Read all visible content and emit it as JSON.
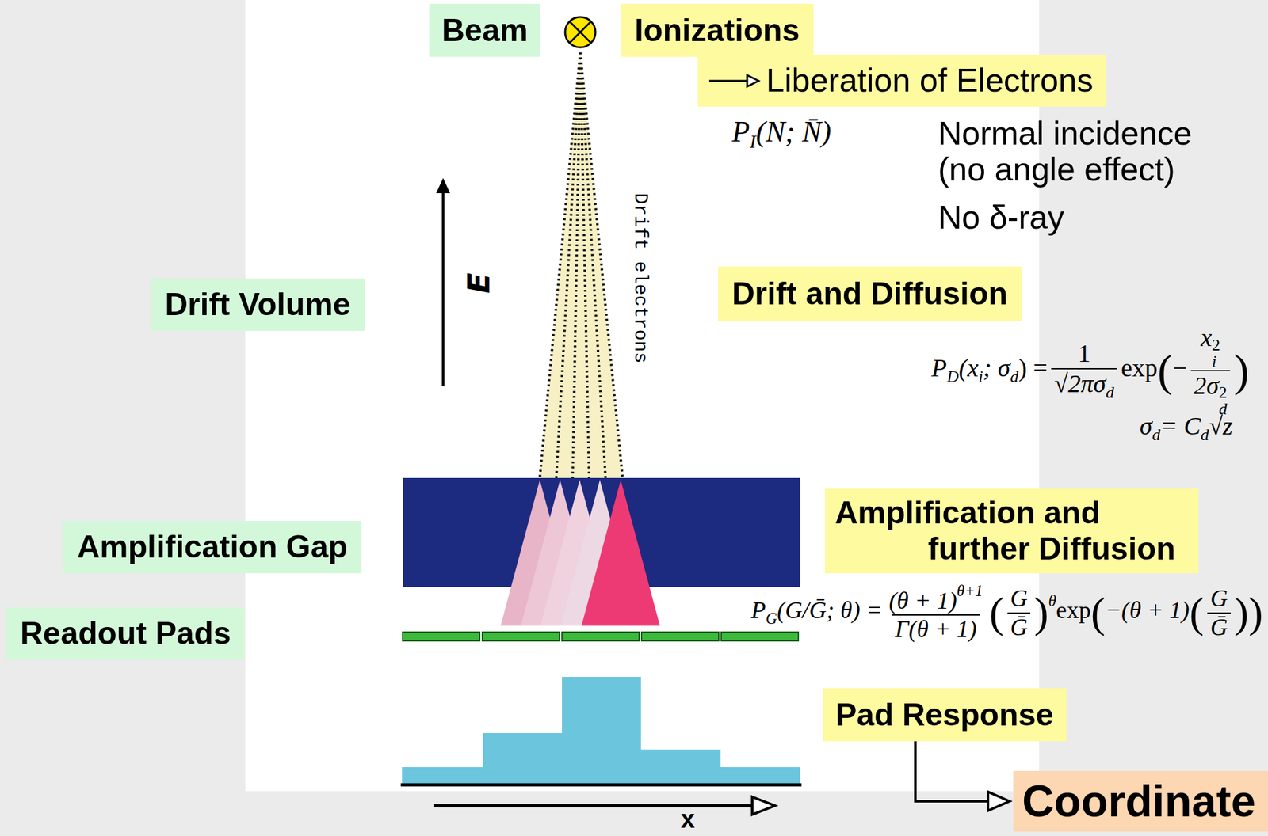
{
  "diagram": {
    "nodes": [
      {
        "text": [
          "Beam"
        ]
      },
      {
        "text": [
          "Ionizations"
        ]
      },
      {
        "text": [
          "Liberation of Electrons"
        ]
      },
      {
        "text": [
          "Drift Volume"
        ]
      },
      {
        "text": [
          "Drift and Diffusion"
        ]
      },
      {
        "text": [
          "Amplification Gap"
        ]
      },
      {
        "text": [
          "Amplification and further Diffusion"
        ]
      },
      {
        "text": [
          "Readout Pads"
        ]
      },
      {
        "text": [
          "Pad Response"
        ]
      },
      {
        "text": [
          "Coordinate"
        ]
      }
    ],
    "edges": [
      {
        "from": 8,
        "to": 9,
        "arrow": "to"
      }
    ],
    "labels": [
      "Drift electrons",
      "E",
      "P",
      "I",
      "(N; N̄)",
      "Normal incidence (no angle effect)",
      "No δ-ray",
      "P",
      "D",
      "(x",
      "i",
      "; σ",
      "d",
      ") =",
      "1",
      "√2πσ",
      "d",
      "exp",
      "(",
      "−",
      "x",
      "2",
      "i",
      "2σ",
      "2",
      "d",
      ")",
      "σ",
      "d",
      "= C",
      "d",
      "√z",
      "P",
      "G",
      "(G/Ḡ; θ) =",
      "(θ + 1)",
      "θ+1",
      "Γ(θ + 1)",
      "(",
      "G",
      "Ḡ",
      ")",
      "θ",
      "exp",
      "(",
      "−(θ + 1)",
      "(",
      "G",
      "Ḡ",
      ")",
      ")",
      "x"
    ]
  }
}
